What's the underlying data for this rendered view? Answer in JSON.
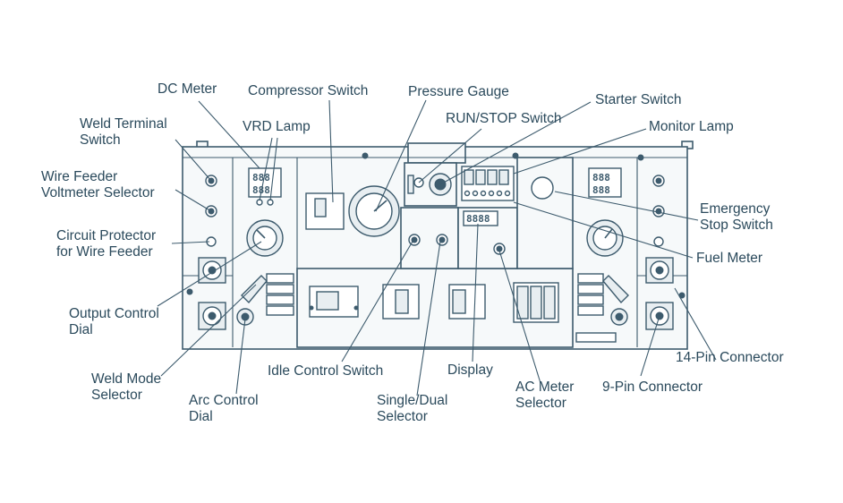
{
  "colors": {
    "line": "#3d5b6d",
    "text": "#2b4a5c",
    "panel_fill": "#f6f9fa"
  },
  "meter_digits": {
    "dc_meter": "888",
    "display": "8888",
    "right_meter": "888"
  },
  "labels": {
    "dc_meter": "DC Meter",
    "compressor_switch": "Compressor Switch",
    "pressure_gauge": "Pressure Gauge",
    "starter_switch": "Starter Switch",
    "weld_terminal_switch": "Weld Terminal\nSwitch",
    "vrd_lamp": "VRD Lamp",
    "run_stop_switch": "RUN/STOP Switch",
    "monitor_lamp": "Monitor Lamp",
    "wire_feeder_voltmeter_selector": "Wire Feeder\nVoltmeter Selector",
    "emergency_stop_switch": "Emergency\nStop Switch",
    "circuit_protector": "Circuit Protector\nfor Wire Feeder",
    "fuel_meter": "Fuel Meter",
    "output_control_dial": "Output Control\nDial",
    "pin14_connector": "14-Pin Connector",
    "idle_control_switch": "Idle Control Switch",
    "display": "Display",
    "weld_mode_selector": "Weld Mode\nSelector",
    "arc_control_dial": "Arc Control\nDial",
    "ac_meter_selector": "AC Meter\nSelector",
    "pin9_connector": "9-Pin Connector",
    "single_dual_selector": "Single/Dual\nSelector"
  }
}
